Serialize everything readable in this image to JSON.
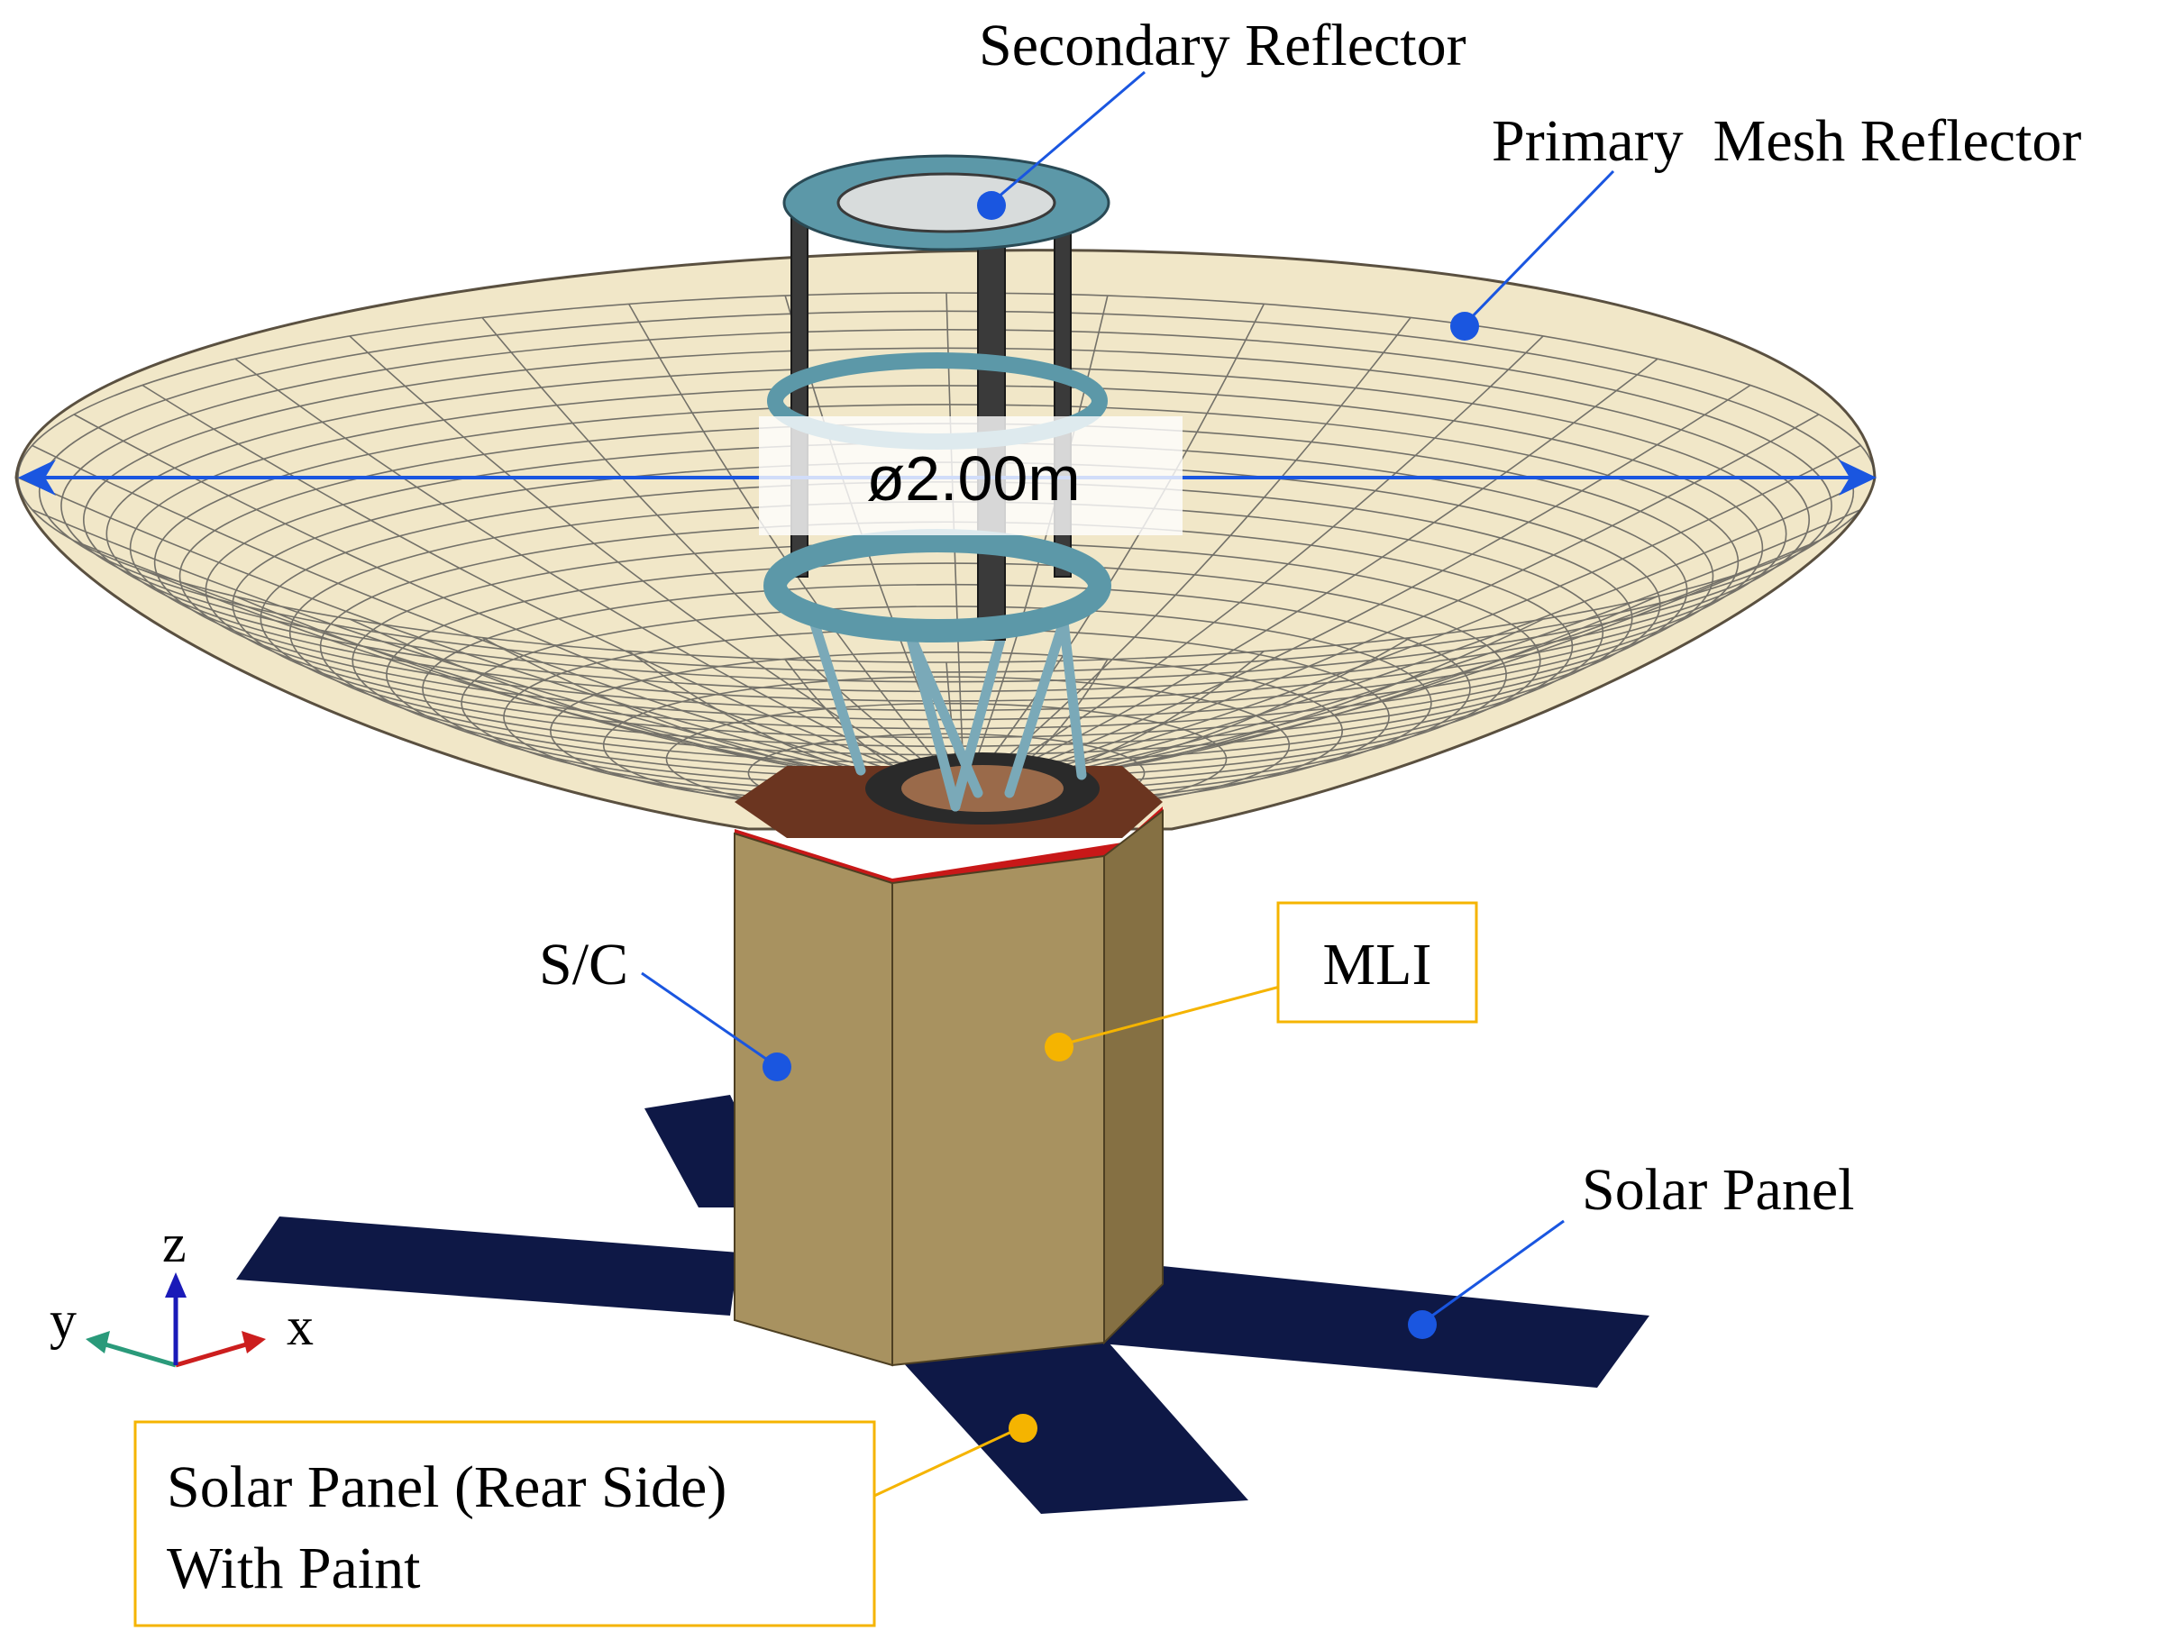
{
  "labels": {
    "secondary_reflector": "Secondary Reflector",
    "primary_mesh_reflector": "Primary  Mesh Reflector",
    "diameter": "ø2.00m",
    "spacecraft": "S/C",
    "mli": "MLI",
    "solar_panel": "Solar Panel",
    "solar_panel_rear_line1": "Solar Panel (Rear Side)",
    "solar_panel_rear_line2": "With Paint"
  },
  "axes": {
    "x": "x",
    "y": "y",
    "z": "z"
  },
  "colors": {
    "reflector_mesh": "#f1e7c8",
    "mesh_lines": "#4a4a4a",
    "bus_front": "#a89260",
    "bus_right": "#857043",
    "bus_top": "#6b3520",
    "bus_top_red": "#c81818",
    "solar_panel": "#0e1846",
    "tower_ring": "#5c98a8",
    "strut": "#7aa9b8",
    "blue_callout": "#1a56e0",
    "orange_callout": "#f5b400",
    "axis_x": "#cc1e1e",
    "axis_y": "#2a9a7a",
    "axis_z": "#1a1ab8"
  }
}
